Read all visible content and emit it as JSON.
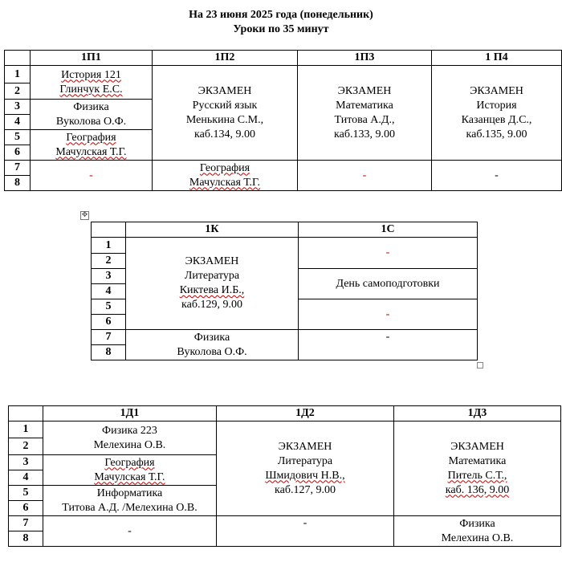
{
  "header": {
    "line1": "На 23 июня 2025 года (понедельник)",
    "line2": "Уроки по 35 минут"
  },
  "lesson_numbers": [
    "1",
    "2",
    "3",
    "4",
    "5",
    "6",
    "7",
    "8"
  ],
  "table1": {
    "groups": [
      "1П1",
      "1П2",
      "1П3",
      "1 П4"
    ],
    "p1": {
      "history_1": "История  121",
      "history_2": "Глинчук Е.С.",
      "physics_1": "Физика",
      "physics_2": "Вуколова О.Ф.",
      "geo_1": "География",
      "geo_2": "Мачулская Т.Г.",
      "late": "-"
    },
    "p2": {
      "exam": "ЭКЗАМЕН",
      "subject": "Русский язык",
      "teacher": "Менькина С.М.,",
      "room": "каб.134, 9.00",
      "late_1": "География",
      "late_2": "Мачулская Т.Г."
    },
    "p3": {
      "exam": "ЭКЗАМЕН",
      "subject": "Математика",
      "teacher": "Титова А.Д.,",
      "room": "каб.133, 9.00",
      "late": "-"
    },
    "p4": {
      "exam": "ЭКЗАМЕН",
      "subject": "История",
      "teacher": "Казанцев Д.С.,",
      "room": "каб.135, 9.00",
      "late": "-"
    }
  },
  "table2": {
    "groups": [
      "1К",
      "1С"
    ],
    "k": {
      "exam": "ЭКЗАМЕН",
      "subject": "Литература",
      "teacher": "Киктева И.Б.,",
      "room": "каб.129, 9.00",
      "late_1": "Физика",
      "late_2": "Вуколова О.Ф."
    },
    "s": {
      "early": "-",
      "mid": "День самоподготовки",
      "after": "-",
      "late": "-"
    }
  },
  "table3": {
    "groups": [
      "1Д1",
      "1Д2",
      "1Д3"
    ],
    "d1": {
      "phys_1": "Физика 223",
      "phys_2": "Мелехина О.В.",
      "geo_1": "География",
      "geo_2": "Мачулская Т.Г.",
      "inf_1": "Информатика",
      "inf_2": "Титова А.Д. /Мелехина О.В.",
      "late": "-"
    },
    "d2": {
      "exam": "ЭКЗАМЕН",
      "subject": "Литература",
      "teacher": "Шмидович Н.В.,",
      "room": "каб.127, 9.00",
      "late": "-"
    },
    "d3": {
      "exam": "ЭКЗАМЕН",
      "subject": "Математика",
      "teacher": "Питель С.Т.,",
      "room": "каб. 136, 9.00",
      "late_1": "Физика",
      "late_2": "Мелехина О.В."
    }
  }
}
